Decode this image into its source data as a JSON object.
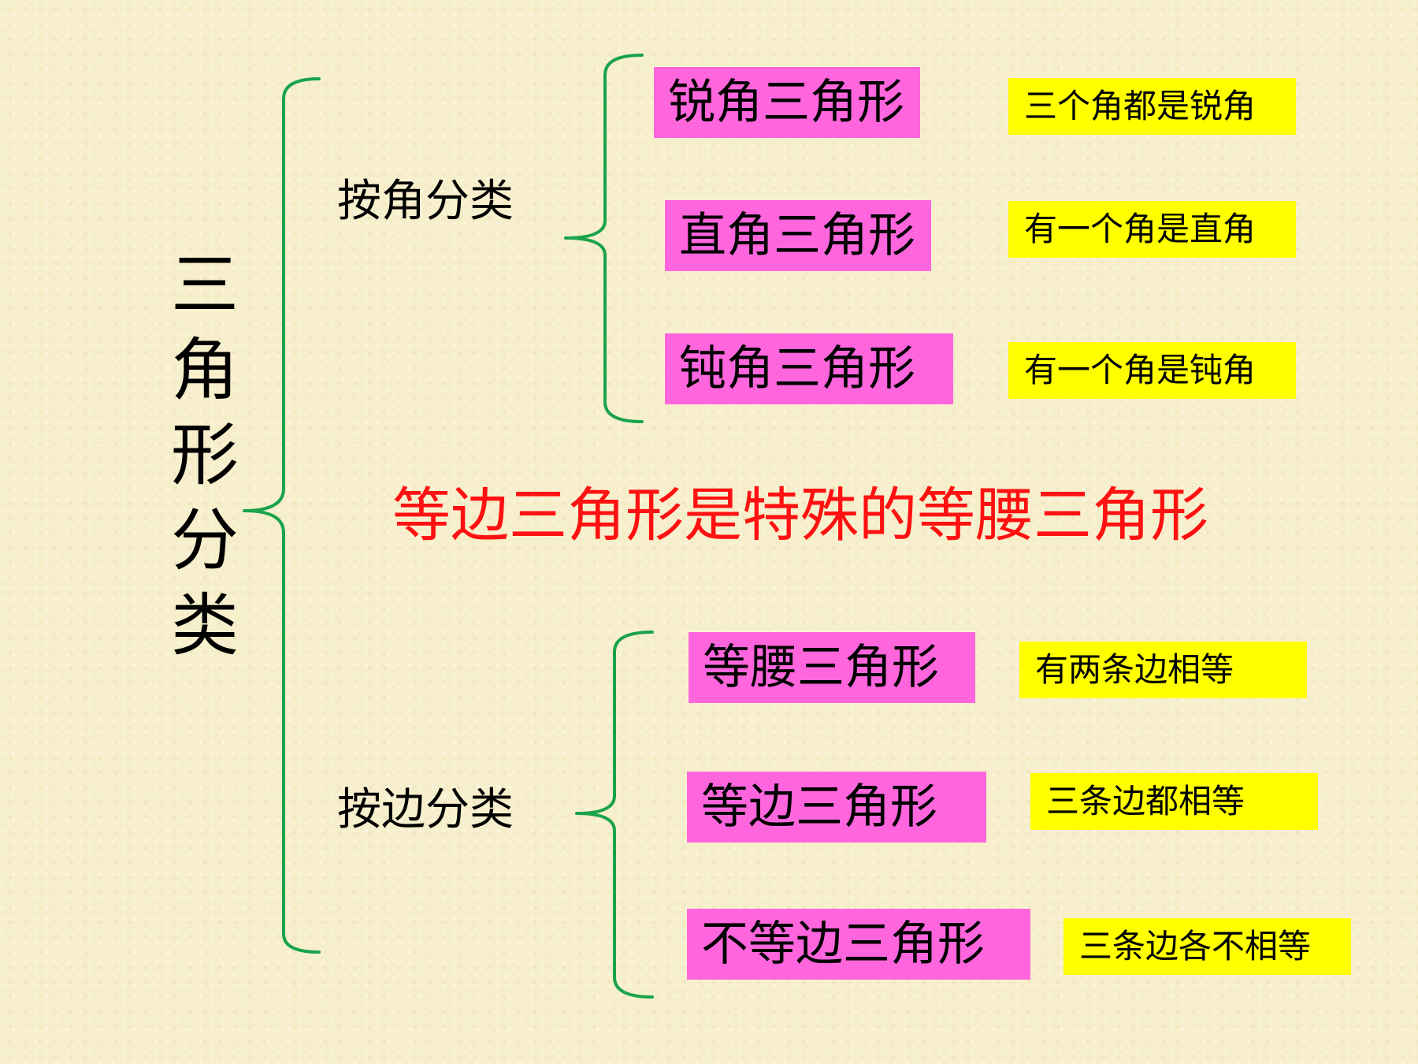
{
  "root_title": "三角形分类",
  "note": "等边三角形是特殊的等腰三角形",
  "branches": [
    {
      "label": "按角分类",
      "items": [
        {
          "name": "锐角三角形",
          "desc": "三个角都是锐角"
        },
        {
          "name": "直角三角形",
          "desc": "有一个角是直角"
        },
        {
          "name": "钝角三角形",
          "desc": "有一个角是钝角"
        }
      ]
    },
    {
      "label": "按边分类",
      "items": [
        {
          "name": "等腰三角形",
          "desc": "有两条边相等"
        },
        {
          "name": "等边三角形",
          "desc": "三条边都相等"
        },
        {
          "name": "不等边三角形",
          "desc": "三条边各不相等"
        }
      ]
    }
  ],
  "colors": {
    "bracket": "#1aa34a",
    "type_box": "#ff66dd",
    "desc_box": "#ffff00",
    "note": "#ff1111",
    "background": "#f7efcc"
  }
}
